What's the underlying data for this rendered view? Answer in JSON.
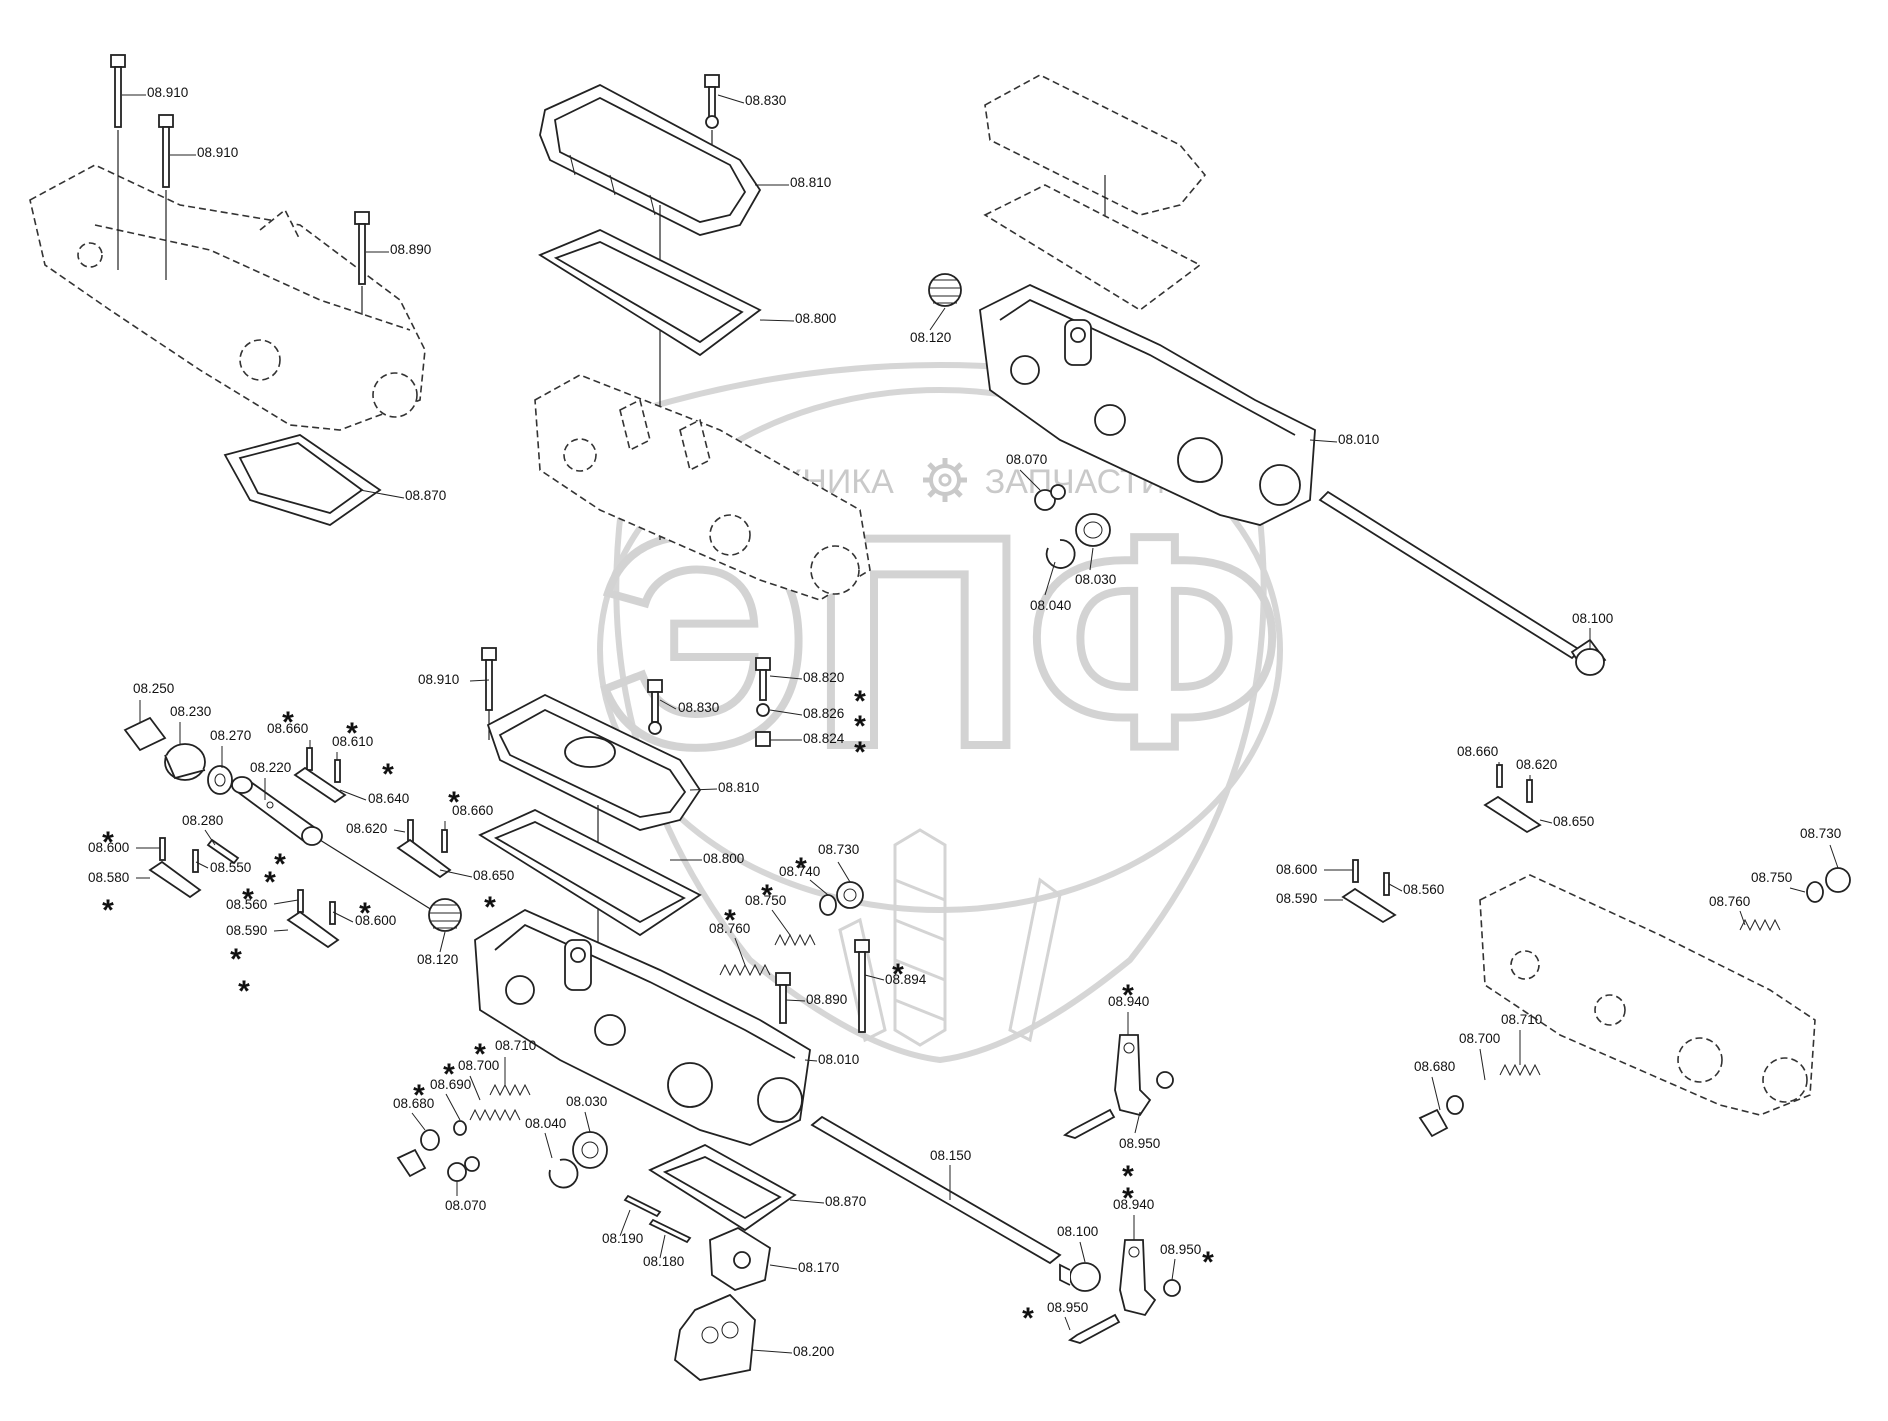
{
  "watermark": {
    "left_text": "ТЕХНИКА",
    "right_text": "ЗАПЧАСТИ",
    "big_text": "ЭПФ",
    "color": "#cfcfcf"
  },
  "star_symbol": "*",
  "labels": {
    "tl_910a": "08.910",
    "tl_910b": "08.910",
    "tl_890": "08.890",
    "tl_870": "08.870",
    "tc_830": "08.830",
    "tc_810": "08.810",
    "tc_800": "08.800",
    "tr_120": "08.120",
    "tr_010": "08.010",
    "tr_070": "08.070",
    "tr_030": "08.030",
    "tr_040": "08.040",
    "tr_100": "08.100",
    "mc_910": "08.910",
    "mc_830": "08.830",
    "mc_820": "08.820",
    "mc_826": "08.826",
    "mc_824": "08.824",
    "mc_810": "08.810",
    "mc_800": "08.800",
    "ml_250": "08.250",
    "ml_230": "08.230",
    "ml_270": "08.270",
    "ml_660a": "08.660",
    "ml_610": "08.610",
    "ml_220": "08.220",
    "ml_640": "08.640",
    "ml_660b": "08.660",
    "ml_280": "08.280",
    "ml_620": "08.620",
    "ml_600a": "08.600",
    "ml_550": "08.550",
    "ml_650": "08.650",
    "ml_580": "08.580",
    "ml_560": "08.560",
    "ml_600b": "08.600",
    "ml_590": "08.590",
    "ml_120": "08.120",
    "mm_730": "08.730",
    "mm_740": "08.740",
    "mm_750": "08.750",
    "mm_760": "08.760",
    "mm_894": "08.894",
    "mm_890": "08.890",
    "mm_010": "08.010",
    "mm_710": "08.710",
    "mm_700": "08.700",
    "mm_690": "08.690",
    "mm_680": "08.680",
    "mm_030": "08.030",
    "mm_040": "08.040",
    "mm_070": "08.070",
    "mm_150": "08.150",
    "mm_870": "08.870",
    "mm_190": "08.190",
    "mm_180": "08.180",
    "mm_170": "08.170",
    "mm_200": "08.200",
    "mm_100": "08.100",
    "mr_940a": "08.940",
    "mr_950a": "08.950",
    "mr_940b": "08.940",
    "mr_950b": "08.950",
    "mr_950c": "08.950",
    "rr_660": "08.660",
    "rr_620": "08.620",
    "rr_650": "08.650",
    "rr_730": "08.730",
    "rr_600": "08.600",
    "rr_560": "08.560",
    "rr_590": "08.590",
    "rr_750": "08.750",
    "rr_760": "08.760",
    "rr_710": "08.710",
    "rr_700": "08.700",
    "rr_680": "08.680"
  }
}
